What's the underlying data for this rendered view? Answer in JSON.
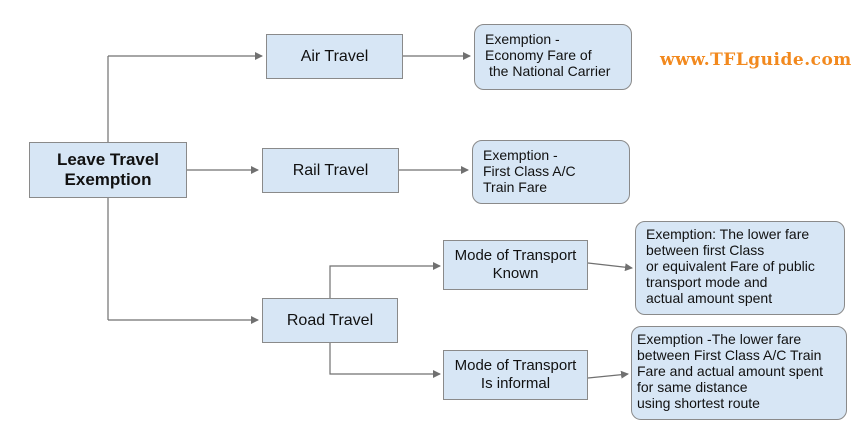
{
  "watermark": "www.TFLguide.com",
  "colors": {
    "box_fill": "#d7e6f5",
    "box_border": "#8a8a8a",
    "connector": "#707070",
    "watermark": "#f2891e"
  },
  "root": {
    "line1": "Leave Travel",
    "line2": "Exemption"
  },
  "air": {
    "label": "Air Travel",
    "exemption": [
      "Exemption -",
      "Economy Fare of",
      "the National Carrier"
    ]
  },
  "rail": {
    "label": "Rail Travel",
    "exemption": [
      "Exemption -",
      "First Class A/C",
      "Train Fare"
    ]
  },
  "road": {
    "label": "Road Travel",
    "known": {
      "line1": "Mode of Transport",
      "line2": "Known",
      "exemption": [
        "Exemption: The lower fare",
        "between first Class",
        "or equivalent Fare of public",
        "transport mode and",
        "actual amount spent"
      ]
    },
    "informal": {
      "line1": "Mode of Transport",
      "line2": "Is informal",
      "exemption": [
        "Exemption -The lower fare",
        "between First Class A/C Train",
        "Fare and actual amount spent",
        "for same distance",
        "using shortest route"
      ]
    }
  }
}
